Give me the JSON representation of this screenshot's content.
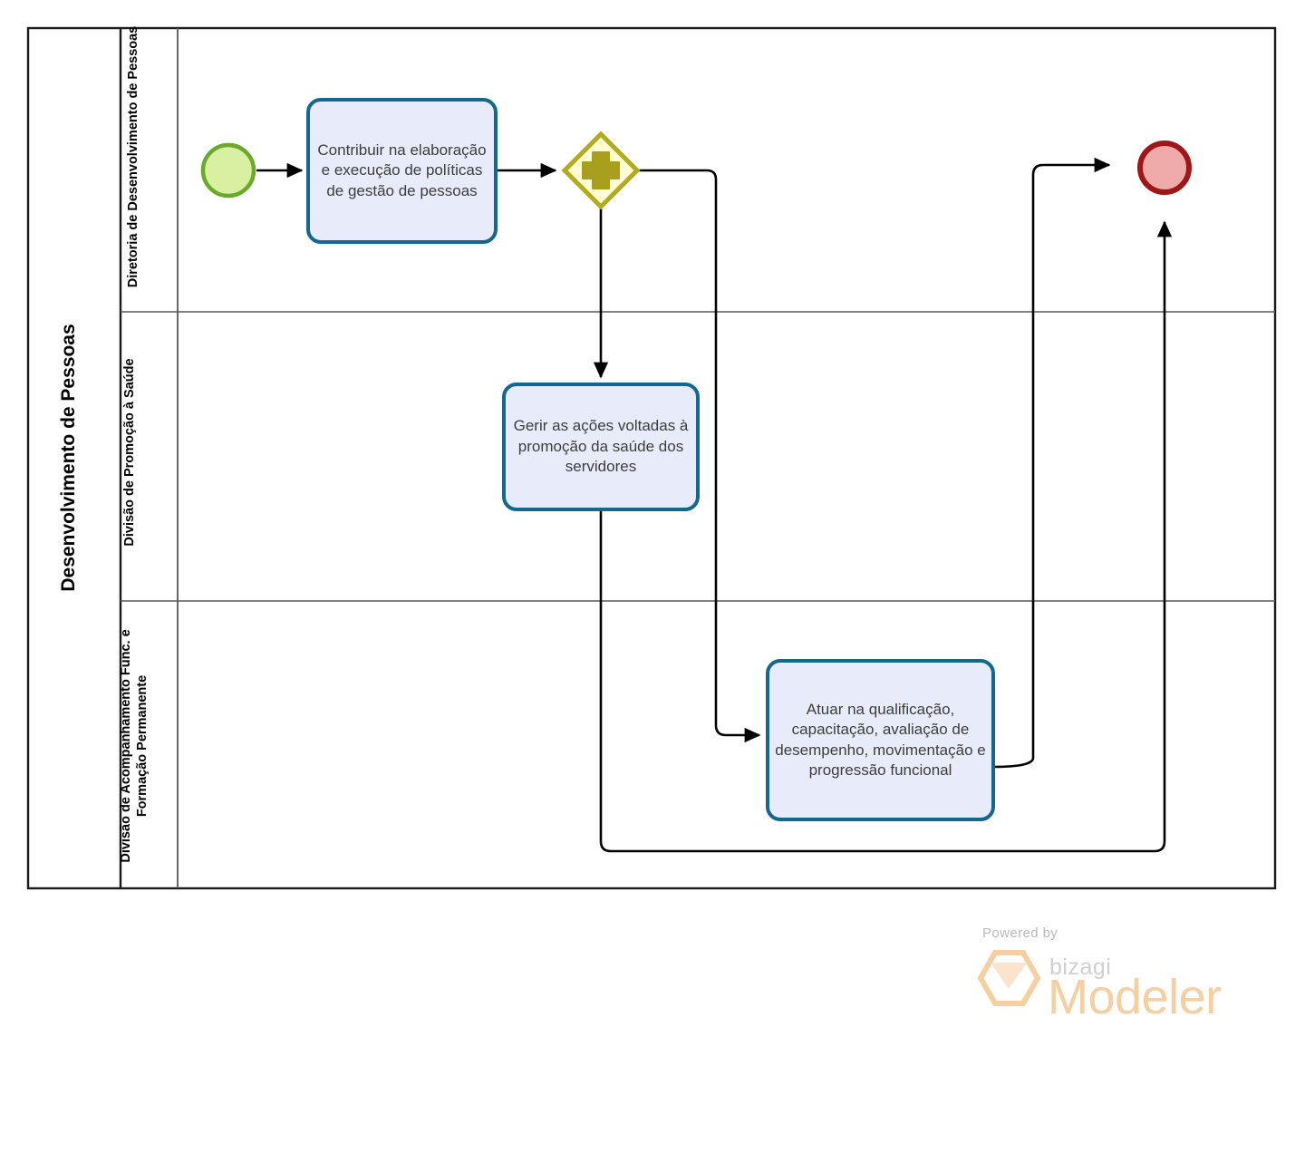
{
  "diagram": {
    "type": "bpmn-process",
    "notation": "BPMN 2.0",
    "watermark": {
      "powered_by": "Powered by",
      "brand": "bizagi",
      "product": "Modeler"
    }
  },
  "pool": {
    "name": "Desenvolvimento de Pessoas"
  },
  "lanes": [
    {
      "id": "lane-1",
      "name": "Diretoria de Desenvolvimento de Pessoas"
    },
    {
      "id": "lane-2",
      "name": "Divisão de Promoção à Saúde"
    },
    {
      "id": "lane-3",
      "name": "Divisão de Acompanhamento Func. e Formação Permanente"
    }
  ],
  "nodes": {
    "start_event": {
      "type": "start-event",
      "name": "",
      "lane": "lane-1",
      "fill": "#d9f0a3",
      "stroke": "#6aaa2a"
    },
    "task_1": {
      "type": "task",
      "name": "Contribuir na elaboração e execução de políticas de gestão de pessoas",
      "lane": "lane-1",
      "fill": "#e8ecfa",
      "stroke": "#12688f"
    },
    "gateway_1": {
      "type": "parallel-gateway",
      "name": "",
      "marker": "+",
      "lane": "lane-1",
      "fill": "#fdfbd4",
      "stroke": "#b2ab1c"
    },
    "task_2": {
      "type": "task",
      "name": "Gerir as ações voltadas à promoção da saúde dos servidores",
      "lane": "lane-2",
      "fill": "#e8ecfa",
      "stroke": "#12688f"
    },
    "task_3": {
      "type": "task",
      "name": "Atuar na qualificação, capacitação, avaliação de desempenho, movimentação e progressão funcional",
      "lane": "lane-3",
      "fill": "#e8ecfa",
      "stroke": "#12688f"
    },
    "end_event": {
      "type": "end-event",
      "name": "",
      "lane": "lane-1",
      "fill": "#efaaaa",
      "stroke": "#a01517"
    }
  },
  "flows": [
    {
      "id": "flow-1",
      "from": "start_event",
      "to": "task_1",
      "label": ""
    },
    {
      "id": "flow-2",
      "from": "task_1",
      "to": "gateway_1",
      "label": ""
    },
    {
      "id": "flow-3",
      "from": "gateway_1",
      "to": "task_2",
      "label": ""
    },
    {
      "id": "flow-4",
      "from": "gateway_1",
      "to": "task_3",
      "label": ""
    },
    {
      "id": "flow-5",
      "from": "task_2",
      "to": "end_event",
      "label": ""
    },
    {
      "id": "flow-6",
      "from": "task_3",
      "to": "end_event",
      "label": ""
    }
  ],
  "colors": {
    "pool_border": "#1a1a1a",
    "lane_divider": "#58585a",
    "task_fill": "#e8ecfa",
    "task_border": "#12688f",
    "start_fill": "#d9f0a3",
    "start_border": "#6aaa2a",
    "end_fill": "#efaaaa",
    "end_border": "#a01517",
    "gateway_fill": "#fdfbd4",
    "gateway_border": "#b2ab1c",
    "flow_line": "#000000",
    "watermark_accent": "#f6cfa0"
  }
}
